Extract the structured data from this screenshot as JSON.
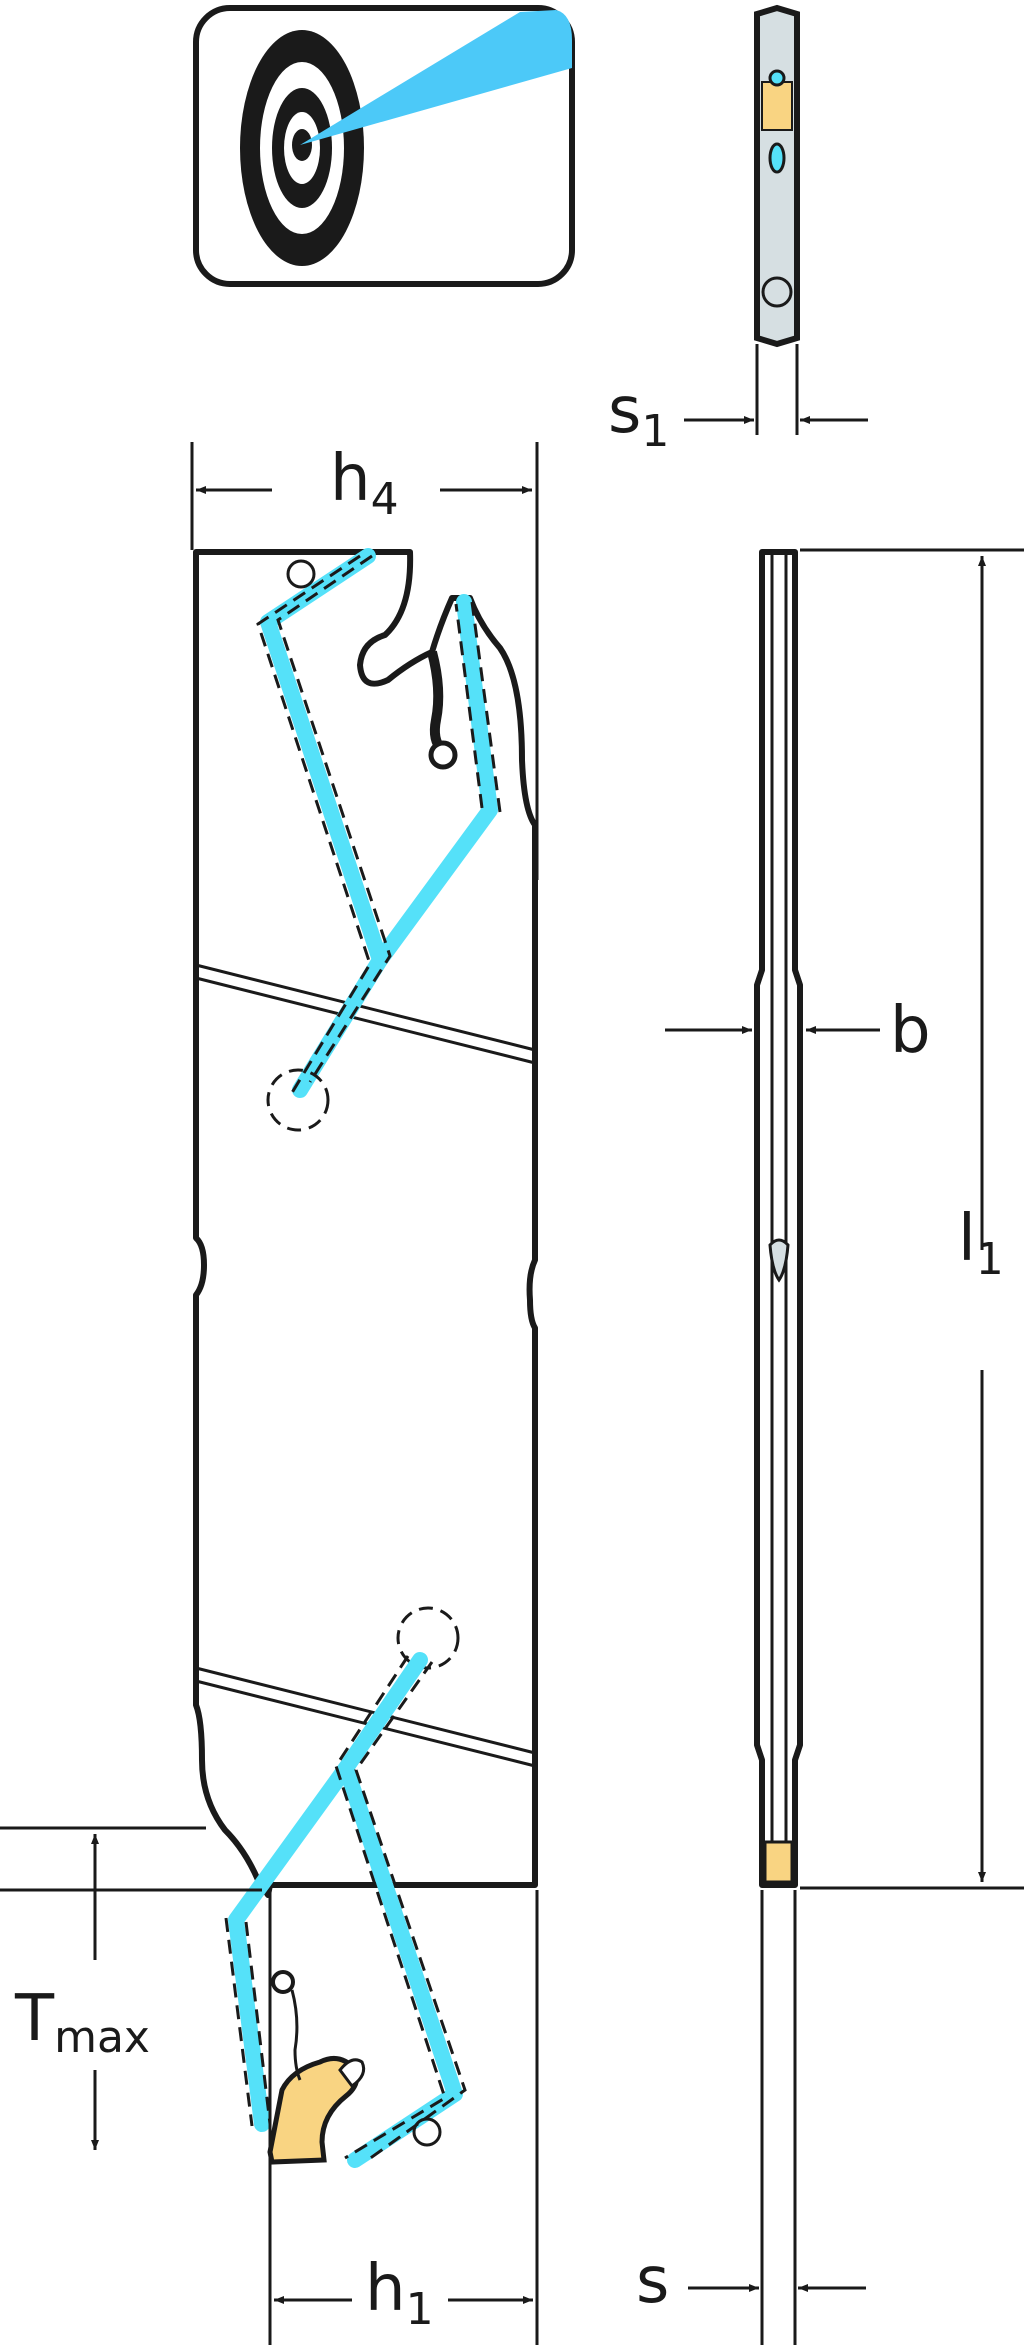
{
  "dimensions": {
    "h4": {
      "main": "h",
      "sub": "4"
    },
    "s1": {
      "main": "s",
      "sub": "1"
    },
    "b": {
      "main": "b"
    },
    "l1": {
      "main": "l",
      "sub": "1"
    },
    "tmax": {
      "main": "T",
      "sub": "max"
    },
    "h1": {
      "main": "h",
      "sub": "1"
    },
    "s": {
      "main": "s"
    }
  },
  "colors": {
    "body": "#d6dfe2",
    "coolant": "#55e1f9",
    "insert": "#f9d482",
    "outline": "#1a1a1a"
  },
  "icons": {
    "badge": "precision-target-icon"
  }
}
